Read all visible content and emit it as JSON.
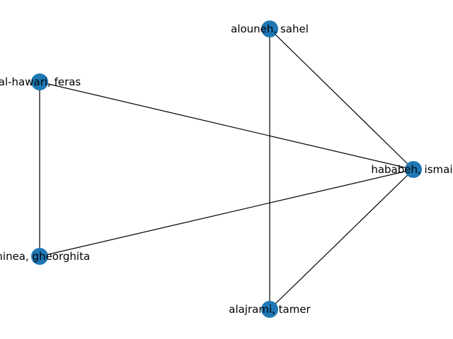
{
  "graph": {
    "node_color": "#1f77b4",
    "edge_color": "#000000",
    "nodes": [
      {
        "id": "sahel",
        "label": "alouneh, sahel"
      },
      {
        "id": "feras",
        "label": "al-hawari, feras"
      },
      {
        "id": "ismail",
        "label": "hababeh, ismail"
      },
      {
        "id": "gheorghita",
        "label": "ghinea, gheorghita"
      },
      {
        "id": "tamer",
        "label": "alajrami, tamer"
      }
    ],
    "edges": [
      {
        "source": "sahel",
        "target": "ismail"
      },
      {
        "source": "sahel",
        "target": "tamer"
      },
      {
        "source": "feras",
        "target": "ismail"
      },
      {
        "source": "feras",
        "target": "gheorghita"
      },
      {
        "source": "ismail",
        "target": "gheorghita"
      },
      {
        "source": "ismail",
        "target": "tamer"
      }
    ]
  }
}
